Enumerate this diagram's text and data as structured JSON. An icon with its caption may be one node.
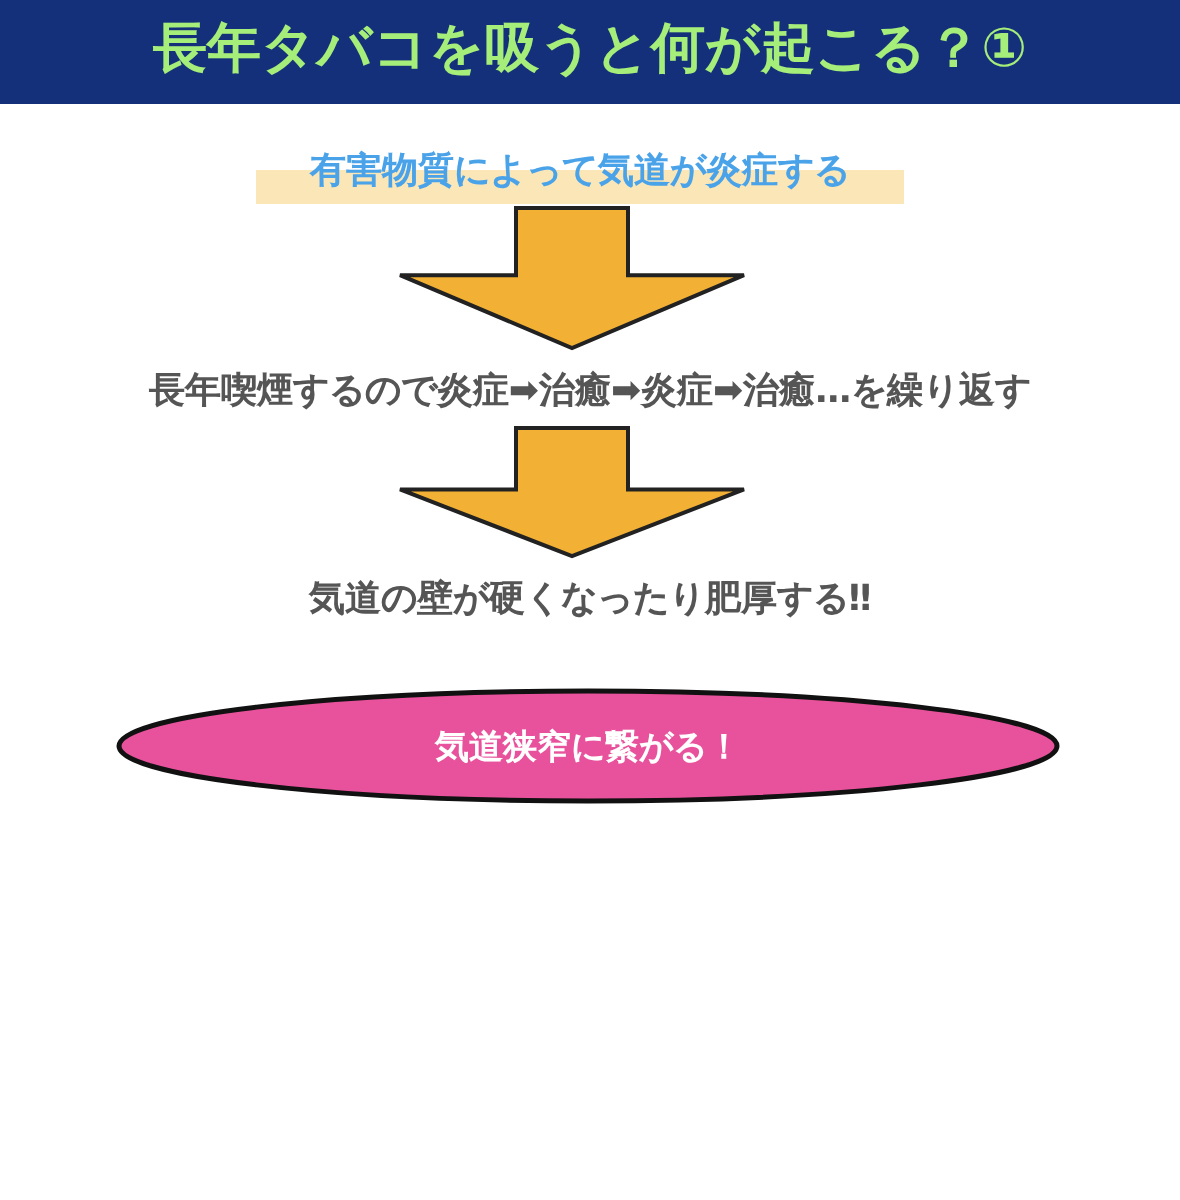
{
  "diagram": {
    "title": "長年タバコを吸うと何が起こる？①",
    "nodes": [
      {
        "text": [
          "有害物質によって気道が炎症する"
        ]
      },
      {
        "text": [
          "長年喫煙するので炎症➡治癒➡炎症➡治癒…を繰り返す"
        ]
      },
      {
        "text": [
          "気道の壁が硬くなったり肥厚する‼"
        ]
      },
      {
        "text": [
          "気道狭窄に繋がる！"
        ]
      }
    ],
    "edges": [
      {
        "from": 0,
        "to": 1,
        "arrow": "to"
      },
      {
        "from": 1,
        "to": 2,
        "arrow": "to"
      }
    ]
  }
}
